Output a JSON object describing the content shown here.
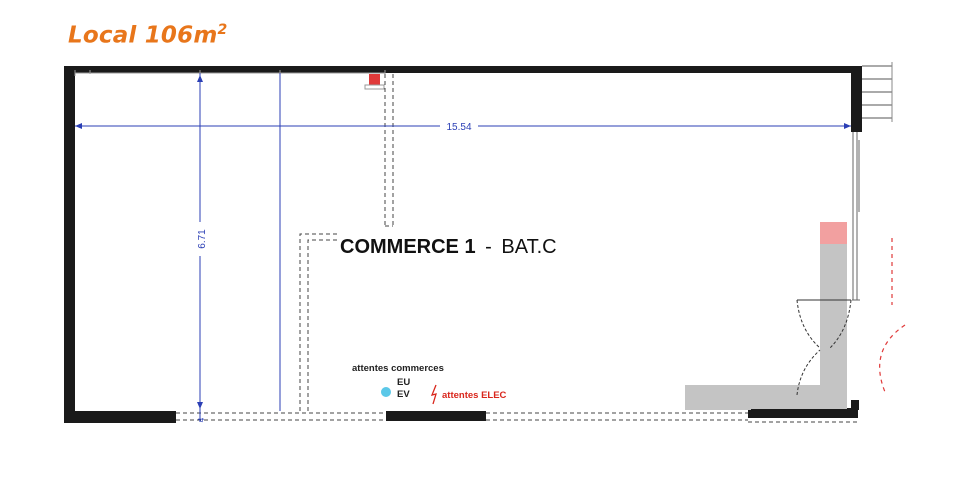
{
  "title": {
    "text": "Local 106m",
    "superscript": "2"
  },
  "plan": {
    "room_name": "COMMERCE 1",
    "separator": "-",
    "building": "BAT.C",
    "dim_length": "15.54",
    "dim_width": "6.71",
    "dim_small": "4",
    "utilities_label": "attentes commerces",
    "eu_label": "EU",
    "ev_label": "EV",
    "elec_label": "attentes ELEC"
  },
  "colors": {
    "title": "#E8761B",
    "wall": "#1a1a1a",
    "dimension": "#2B3FB5",
    "elec": "#D9261C",
    "utility_marker": "#5BC8E8",
    "stair_fill": "#C4C4C4",
    "red_marker": "#E03A3A",
    "pink_marker": "#F2A0A0"
  }
}
